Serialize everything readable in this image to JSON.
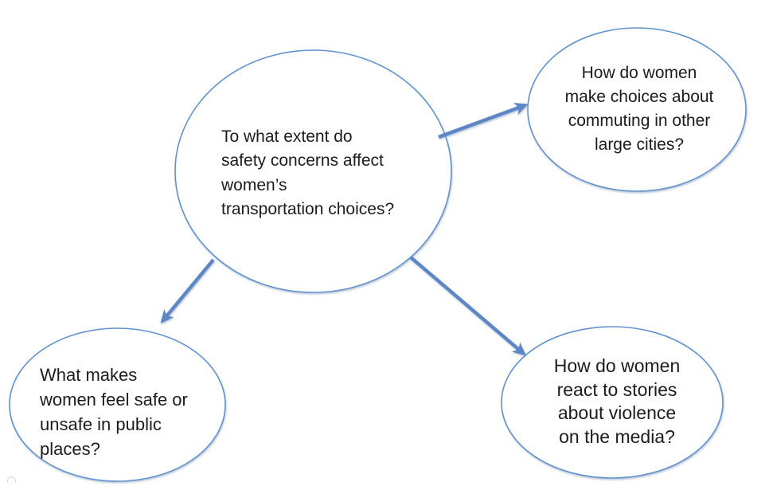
{
  "colors": {
    "ellipse_stroke": "#6292cc",
    "arrow": "#5b86c4",
    "text": "#1c1c1c"
  },
  "nodes": {
    "central": {
      "role": "main research question",
      "lines": [
        "To what extent do",
        "safety concerns affect",
        "women’s",
        "transportation choices?"
      ]
    },
    "top_right": {
      "role": "sub-question",
      "lines": [
        "How do women",
        "make choices about",
        "commuting in other",
        "large cities?"
      ]
    },
    "bottom_left": {
      "role": "sub-question",
      "lines": [
        "What makes",
        "women feel safe or",
        "unsafe in public",
        "places?"
      ]
    },
    "bottom_right": {
      "role": "sub-question",
      "lines": [
        "How do women",
        "react to stories",
        "about violence",
        "on the media?"
      ]
    }
  },
  "arrows": [
    {
      "from": "central",
      "to": "top_right"
    },
    {
      "from": "central",
      "to": "bottom_left"
    },
    {
      "from": "central",
      "to": "bottom_right"
    }
  ]
}
